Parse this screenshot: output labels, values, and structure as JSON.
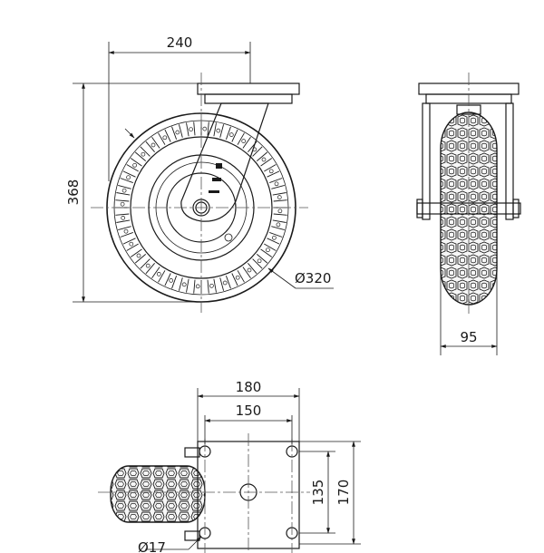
{
  "dimensions": {
    "width_top": "240",
    "height_total": "368",
    "wheel_diameter": "Ø320",
    "side_width": "95",
    "plate_width": "180",
    "bolt_spacing_x": "150",
    "bolt_spacing_y": "135",
    "plate_depth": "170",
    "bolt_hole": "Ø17"
  },
  "colors": {
    "line": "#1a1a1a",
    "background": "#ffffff"
  }
}
